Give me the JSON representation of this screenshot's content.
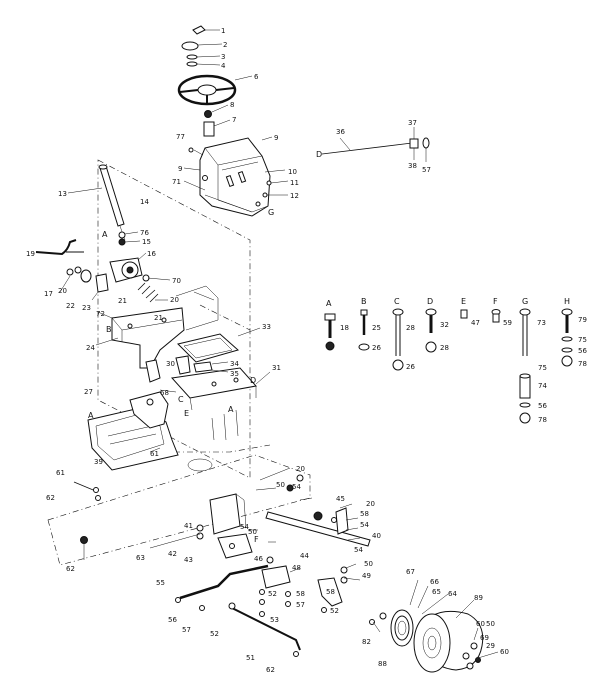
{
  "callouts": [
    {
      "id": "c1",
      "text": "1"
    },
    {
      "id": "c2",
      "text": "2"
    },
    {
      "id": "c3",
      "text": "3"
    },
    {
      "id": "c4",
      "text": "4"
    },
    {
      "id": "c6",
      "text": "6"
    },
    {
      "id": "c8",
      "text": "8"
    },
    {
      "id": "c7",
      "text": "7"
    },
    {
      "id": "c77",
      "text": "77"
    },
    {
      "id": "c9a",
      "text": "9"
    },
    {
      "id": "c9b",
      "text": "9"
    },
    {
      "id": "c71",
      "text": "71"
    },
    {
      "id": "c10",
      "text": "10"
    },
    {
      "id": "c11",
      "text": "11"
    },
    {
      "id": "c12",
      "text": "12"
    },
    {
      "id": "cG1",
      "text": "G"
    },
    {
      "id": "c36",
      "text": "36"
    },
    {
      "id": "cD1",
      "text": "D"
    },
    {
      "id": "c37",
      "text": "37"
    },
    {
      "id": "c38",
      "text": "38"
    },
    {
      "id": "c57a",
      "text": "57"
    },
    {
      "id": "c13",
      "text": "13"
    },
    {
      "id": "c14",
      "text": "14"
    },
    {
      "id": "c76",
      "text": "76"
    },
    {
      "id": "c15",
      "text": "15"
    },
    {
      "id": "cA1",
      "text": "A"
    },
    {
      "id": "c19",
      "text": "19"
    },
    {
      "id": "c16",
      "text": "16"
    },
    {
      "id": "c70",
      "text": "70"
    },
    {
      "id": "c17",
      "text": "17"
    },
    {
      "id": "c20a",
      "text": "20"
    },
    {
      "id": "c22",
      "text": "22"
    },
    {
      "id": "c23",
      "text": "23"
    },
    {
      "id": "c21a",
      "text": "21"
    },
    {
      "id": "c20b",
      "text": "20"
    },
    {
      "id": "c72",
      "text": "72"
    },
    {
      "id": "cB1",
      "text": "B"
    },
    {
      "id": "c21b",
      "text": "21"
    },
    {
      "id": "c24",
      "text": "24"
    },
    {
      "id": "c33",
      "text": "33"
    },
    {
      "id": "c30",
      "text": "30"
    },
    {
      "id": "c34",
      "text": "34"
    },
    {
      "id": "c35",
      "text": "35"
    },
    {
      "id": "c31",
      "text": "31"
    },
    {
      "id": "cD2",
      "text": "D"
    },
    {
      "id": "c68",
      "text": "68"
    },
    {
      "id": "c27",
      "text": "27"
    },
    {
      "id": "cA2",
      "text": "A"
    },
    {
      "id": "cC1",
      "text": "C"
    },
    {
      "id": "cE1",
      "text": "E"
    },
    {
      "id": "cA3",
      "text": "A"
    },
    {
      "id": "c39",
      "text": "39"
    },
    {
      "id": "c61a",
      "text": "61"
    },
    {
      "id": "c61b",
      "text": "61"
    },
    {
      "id": "c62a",
      "text": "62"
    },
    {
      "id": "c62b",
      "text": "62"
    },
    {
      "id": "cA4",
      "text": "A"
    },
    {
      "id": "c18",
      "text": "18"
    },
    {
      "id": "cB2",
      "text": "B"
    },
    {
      "id": "c25",
      "text": "25"
    },
    {
      "id": "c26a",
      "text": "26"
    },
    {
      "id": "cC2",
      "text": "C"
    },
    {
      "id": "c28a",
      "text": "28"
    },
    {
      "id": "c26b",
      "text": "26"
    },
    {
      "id": "cD3",
      "text": "D"
    },
    {
      "id": "c32",
      "text": "32"
    },
    {
      "id": "c28b",
      "text": "28"
    },
    {
      "id": "cE2",
      "text": "E"
    },
    {
      "id": "c47",
      "text": "47"
    },
    {
      "id": "cF1",
      "text": "F"
    },
    {
      "id": "c59",
      "text": "59"
    },
    {
      "id": "cG2",
      "text": "G"
    },
    {
      "id": "c73",
      "text": "73"
    },
    {
      "id": "c75a",
      "text": "75"
    },
    {
      "id": "c74",
      "text": "74"
    },
    {
      "id": "c56a",
      "text": "56"
    },
    {
      "id": "c78a",
      "text": "78"
    },
    {
      "id": "cH1",
      "text": "H"
    },
    {
      "id": "c79",
      "text": "79"
    },
    {
      "id": "c75b",
      "text": "75"
    },
    {
      "id": "c56b",
      "text": "56"
    },
    {
      "id": "c78b",
      "text": "78"
    },
    {
      "id": "c20c",
      "text": "20"
    },
    {
      "id": "c50a",
      "text": "50"
    },
    {
      "id": "c54a",
      "text": "54"
    },
    {
      "id": "c45",
      "text": "45"
    },
    {
      "id": "c20d",
      "text": "20"
    },
    {
      "id": "c58a",
      "text": "58"
    },
    {
      "id": "c54b",
      "text": "54"
    },
    {
      "id": "c40",
      "text": "40"
    },
    {
      "id": "c41",
      "text": "41"
    },
    {
      "id": "c54c",
      "text": "54"
    },
    {
      "id": "c50b",
      "text": "50"
    },
    {
      "id": "cF2",
      "text": "F"
    },
    {
      "id": "c42",
      "text": "42"
    },
    {
      "id": "c63",
      "text": "63"
    },
    {
      "id": "c43",
      "text": "43"
    },
    {
      "id": "c46",
      "text": "46"
    },
    {
      "id": "c44",
      "text": "44"
    },
    {
      "id": "c54d",
      "text": "54"
    },
    {
      "id": "c50c",
      "text": "50"
    },
    {
      "id": "c48",
      "text": "48"
    },
    {
      "id": "c49",
      "text": "49"
    },
    {
      "id": "c55",
      "text": "55"
    },
    {
      "id": "c52a",
      "text": "52"
    },
    {
      "id": "c58b",
      "text": "58"
    },
    {
      "id": "c57b",
      "text": "57"
    },
    {
      "id": "c53",
      "text": "53"
    },
    {
      "id": "c52b",
      "text": "52"
    },
    {
      "id": "c58c",
      "text": "58"
    },
    {
      "id": "c56c",
      "text": "56"
    },
    {
      "id": "c57c",
      "text": "57"
    },
    {
      "id": "c52c",
      "text": "52"
    },
    {
      "id": "c51",
      "text": "51"
    },
    {
      "id": "c67",
      "text": "67"
    },
    {
      "id": "c66",
      "text": "66"
    },
    {
      "id": "c65",
      "text": "65"
    },
    {
      "id": "c64",
      "text": "64"
    },
    {
      "id": "c89",
      "text": "89"
    },
    {
      "id": "c60a",
      "text": "60"
    },
    {
      "id": "c69",
      "text": "69"
    },
    {
      "id": "c50d",
      "text": "50"
    },
    {
      "id": "c29",
      "text": "29"
    },
    {
      "id": "c60b",
      "text": "60"
    },
    {
      "id": "c82",
      "text": "82"
    },
    {
      "id": "c88",
      "text": "88"
    }
  ]
}
